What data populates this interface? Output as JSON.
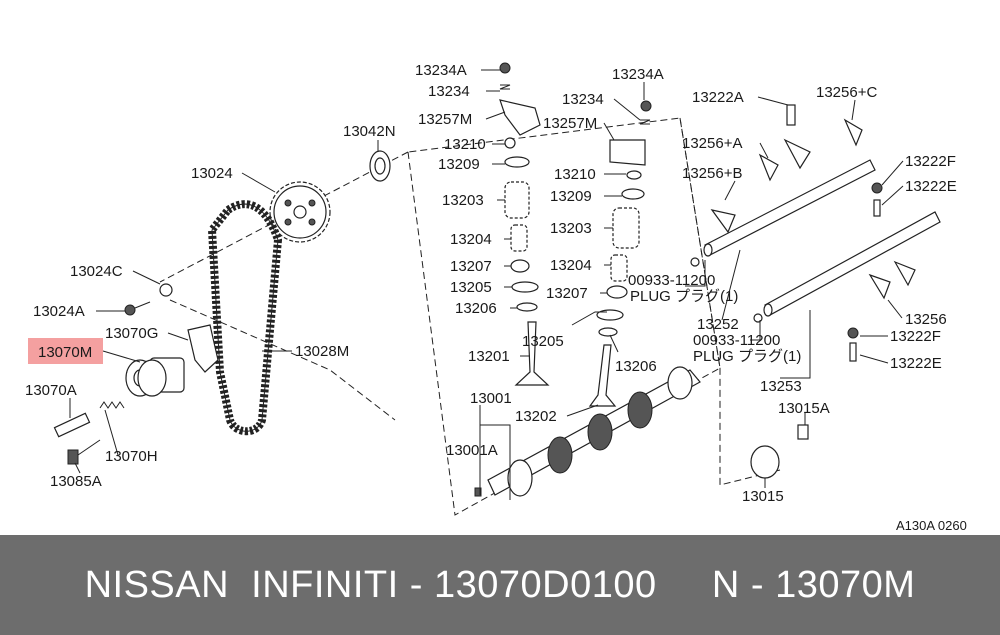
{
  "diagram": {
    "highlight_color": "#f4a0a0",
    "footer_color": "#6d6d6d",
    "labels": {
      "l13042N": "13042N",
      "l13024": "13024",
      "l13024C": "13024C",
      "l13024A": "13024A",
      "l13070G": "13070G",
      "l13070M": "13070M",
      "l13028M": "13028M",
      "l13070A": "13070A",
      "l13070H": "13070H",
      "l13085A": "13085A",
      "l13234A_1": "13234A",
      "l13234_1": "13234",
      "l13257M_1": "13257M",
      "l13210_1": "13210",
      "l13209_1": "13209",
      "l13203_1": "13203",
      "l13204_1": "13204",
      "l13207_1": "13207",
      "l13205_1": "13205",
      "l13206_1": "13206",
      "l13201": "13201",
      "l13001": "13001",
      "l13001A": "13001A",
      "l13202": "13202",
      "l13234A_2": "13234A",
      "l13234_2": "13234",
      "l13257M_2": "13257M",
      "l13210_2": "13210",
      "l13209_2": "13209",
      "l13203_2": "13203",
      "l13204_2": "13204",
      "l13207_2": "13207",
      "l13205_2": "13205",
      "l13206_2": "13206",
      "l13222A": "13222A",
      "l13256C": "13256+C",
      "l13256A": "13256+A",
      "l13256B": "13256+B",
      "l13222F_1": "13222F",
      "l13222E_1": "13222E",
      "l00933_1": "00933-11200",
      "lplug_1": "PLUG  プラグ(1)",
      "l13252": "13252",
      "l00933_2": "00933-11200",
      "lplug_2": "PLUG  プラグ(1)",
      "l13253": "13253",
      "l13256": "13256",
      "l13222F_2": "13222F",
      "l13222E_2": "13222E",
      "l13015A": "13015A",
      "l13015": "13015",
      "ref_code": "A130A 0260"
    }
  },
  "footer": {
    "text": "NISSAN  INFINITI - 13070D0100     N - 13070M"
  }
}
